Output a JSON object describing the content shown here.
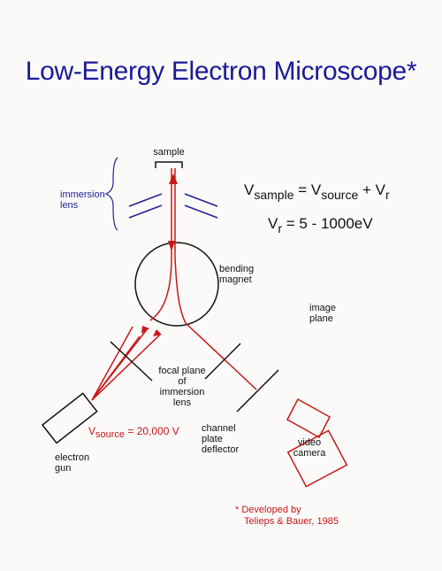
{
  "title": "Low-Energy Electron Microscope*",
  "labels": {
    "sample": "sample",
    "immersion_lens_1": "immersion",
    "immersion_lens_2": "lens",
    "bending_1": "bending",
    "bending_2": "magnet",
    "image_plane_1": "image",
    "image_plane_2": "plane",
    "focal_1": "focal plane",
    "focal_2": "of",
    "focal_3": "immersion",
    "focal_4": "lens",
    "channel_1": "channel",
    "channel_2": "plate",
    "channel_3": "deflector",
    "gun_1": "electron",
    "gun_2": "gun",
    "video_1": "video",
    "video_2": "camera"
  },
  "equations": {
    "eq1": {
      "v1": "V",
      "s1": "sample",
      "eq": " = ",
      "v2": "V",
      "s2": "source",
      "plus": " + V",
      "s3": "r"
    },
    "eq2": {
      "v": "V",
      "s": "r",
      "rest": " = 5 - 1000eV"
    },
    "vsource": {
      "v": "V",
      "s": "source",
      "rest": " = 20,000 V"
    }
  },
  "footnote": {
    "line1": "*  Developed by",
    "line2": "Telieps & Bauer, 1985"
  },
  "colors": {
    "title": "#1a1a9a",
    "beam": "#c81818",
    "ink": "#111111",
    "lens": "#232395"
  },
  "icons": [
    "electron-gun-box",
    "video-camera-box",
    "bending-magnet-circle",
    "sample-holder"
  ]
}
